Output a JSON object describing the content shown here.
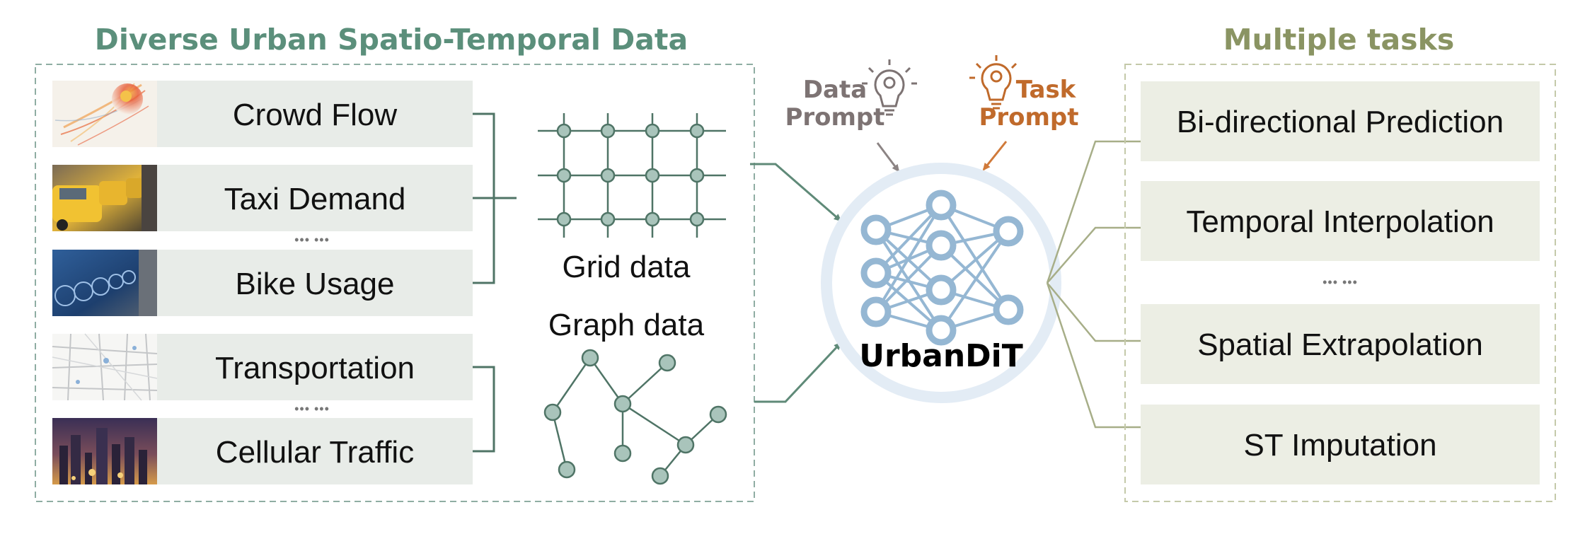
{
  "left_panel": {
    "title": "Diverse Urban Spatio-Temporal Data",
    "sources": [
      "Crowd Flow",
      "Taxi Demand",
      "Bike Usage",
      "Transportation",
      "Cellular Traffic"
    ],
    "ellipsis": "••• •••",
    "grid_label": "Grid data",
    "graph_label": "Graph data"
  },
  "center": {
    "data_prompt": [
      "Data",
      "Prompt"
    ],
    "task_prompt": [
      "Task",
      "Prompt"
    ],
    "model_name": "UrbanDiT",
    "lightbulb_icon": "lightbulb-gear-icon",
    "network_icon": "neural-network-icon"
  },
  "right_panel": {
    "title": "Multiple tasks",
    "tasks": [
      "Bi-directional Prediction",
      "Temporal Interpolation",
      "Spatial Extrapolation",
      "ST Imputation"
    ],
    "ellipsis": "••• •••"
  },
  "colors": {
    "left_title": "#5b8f7b",
    "right_title": "#8a9463",
    "data_prompt": "#7d7373",
    "task_prompt": "#c06a2b",
    "box_fill": "#e8ece8",
    "task_fill": "#eceee4",
    "node": "#a9c4bb",
    "edge": "#4f7466",
    "network": "#95b7d3"
  }
}
